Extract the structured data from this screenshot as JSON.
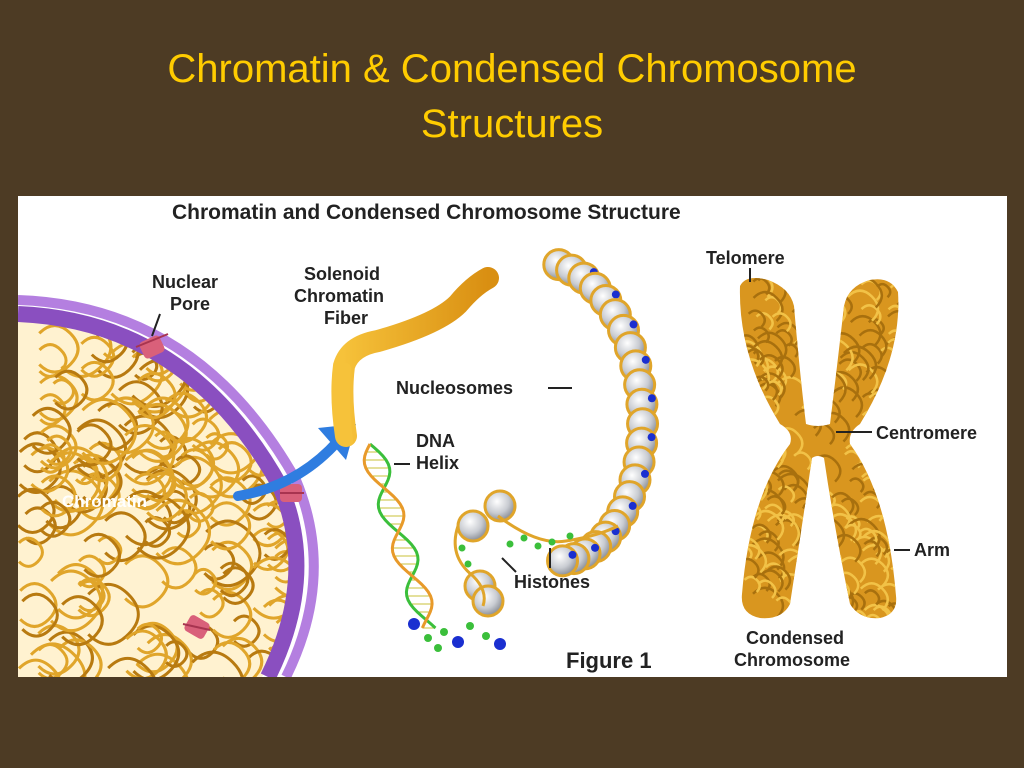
{
  "slide": {
    "title_line1": "Chromatin & Condensed Chromosome",
    "title_line2": "Structures"
  },
  "figure": {
    "heading": "Chromatin and Condensed Chromosome Structure",
    "caption": "Figure 1",
    "labels": {
      "nuclear_pore_line1": "Nuclear",
      "nuclear_pore_line2": "Pore",
      "solenoid_line1": "Solenoid",
      "solenoid_line2": "Chromatin",
      "solenoid_line3": "Fiber",
      "nucleosomes": "Nucleosomes",
      "dna_line1": "DNA",
      "dna_line2": "Helix",
      "chromatin": "Chromatin",
      "histones": "Histones",
      "telomere": "Telomere",
      "centromere": "Centromere",
      "arm": "Arm",
      "condensed_line1": "Condensed",
      "condensed_line2": "Chromosome"
    }
  },
  "colors": {
    "background": "#4d3b24",
    "title": "#ffcc00",
    "chromatin_gold": "#e0a52a",
    "nuclear_envelope": "#8a4fc0",
    "pore_pink": "#d9607a",
    "arrow_blue": "#2f7de0",
    "histone_blue": "#1a2fd0",
    "dna_green": "#3bbf3b"
  }
}
